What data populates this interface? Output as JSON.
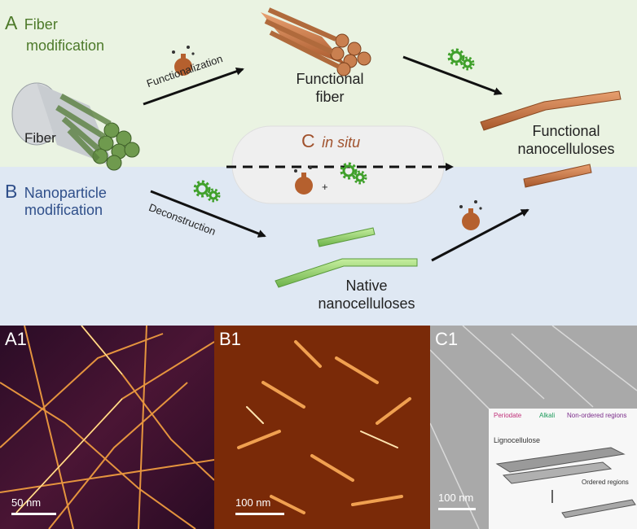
{
  "sections": {
    "a": {
      "letter": "A",
      "line1": "Fiber",
      "line2": "modification"
    },
    "b": {
      "letter": "B",
      "line1": "Nanoparticle",
      "line2": "modification"
    },
    "c": {
      "letter": "C",
      "text": "in situ"
    }
  },
  "labels": {
    "fiber": "Fiber",
    "functionalization": "Functionalization",
    "functional_fiber_1": "Functional",
    "functional_fiber_2": "fiber",
    "functional_nano_1": "Functional",
    "functional_nano_2": "nanocelluloses",
    "deconstruction": "Deconstruction",
    "native_1": "Native",
    "native_2": "nanocelluloses"
  },
  "panels": {
    "a1": {
      "label": "A1",
      "scale": "50 nm"
    },
    "b1": {
      "label": "B1",
      "scale": "100 nm"
    },
    "c1": {
      "label": "C1",
      "scale": "100 nm",
      "inset": {
        "periodate": "Periodate",
        "alkali": "Alkali",
        "non_ordered": "Non-ordered regions",
        "lignocellulose": "Lignocellulose",
        "ordered": "Ordered regions"
      }
    }
  },
  "colors": {
    "band_a": "#eaf3e2",
    "band_b": "#dfe8f3",
    "fiber_green": "#6f9a4e",
    "functional_copper": "#c98050",
    "native_green": "#8fcf6a",
    "gear": "#3fa02a",
    "flask": "#b5602e"
  },
  "icons": [
    "flask-reagent-icon",
    "gears-icon",
    "fiber-bundle",
    "nanocellulose-rod"
  ]
}
